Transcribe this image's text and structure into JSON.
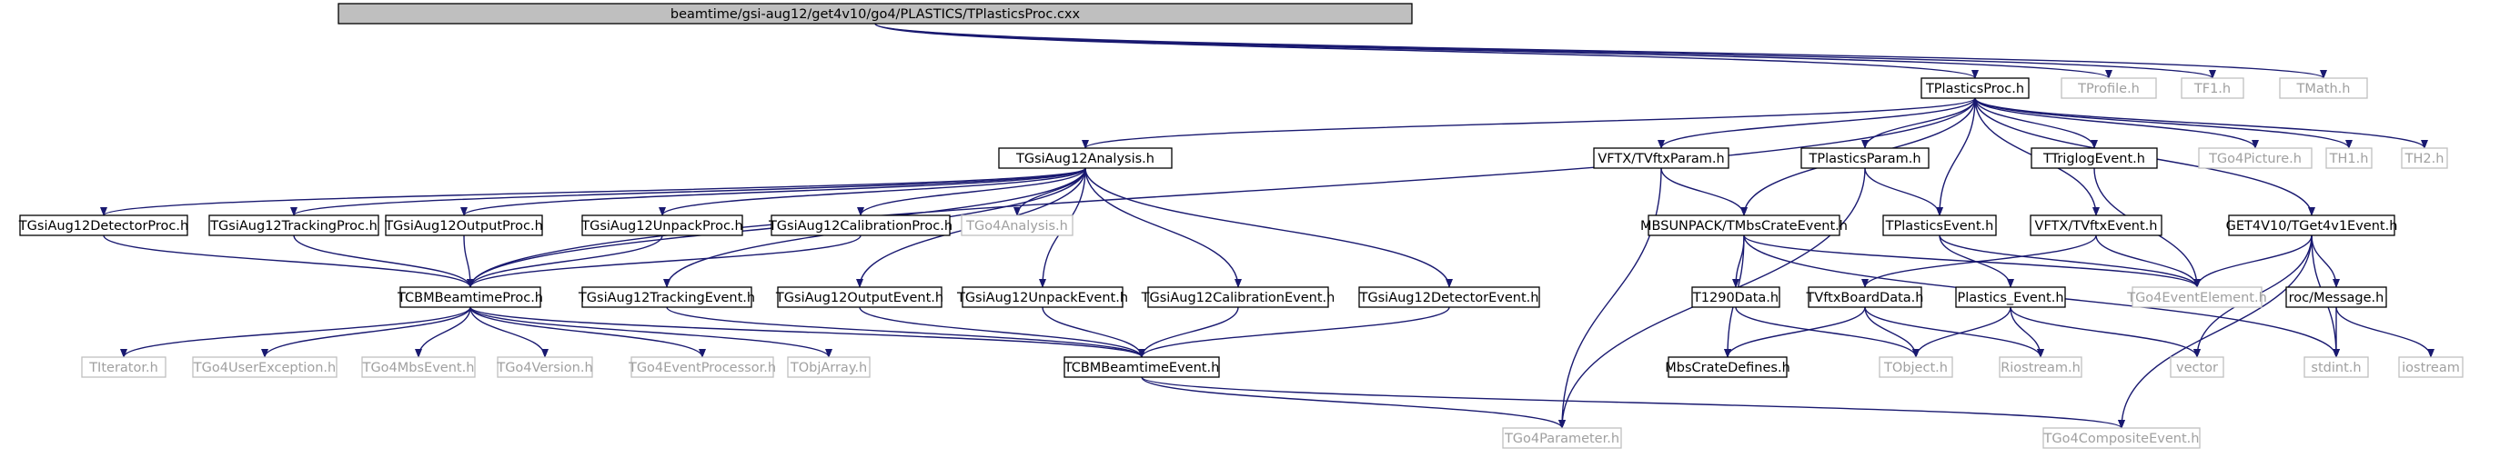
{
  "diagram": {
    "type": "include-dependency-graph",
    "colors": {
      "edge": "#191970",
      "edge_external": "#7a7a7a",
      "border_documented": "#000000",
      "border_external": "#bfbfbf",
      "text_documented": "#000000",
      "text_external": "#a0a0a0",
      "root_fill": "#bfbfbf",
      "fill": "#ffffff"
    },
    "nodes": [
      {
        "id": "root",
        "label": "beamtime/gsi-aug12/get4v10/go4/PLASTICS/TPlasticsProc.cxx",
        "kind": "root"
      },
      {
        "id": "plasticsproc",
        "label": "TPlasticsProc.h",
        "kind": "doc"
      },
      {
        "id": "tprofile",
        "label": "TProfile.h",
        "kind": "ext"
      },
      {
        "id": "tf1",
        "label": "TF1.h",
        "kind": "ext"
      },
      {
        "id": "tmath",
        "label": "TMath.h",
        "kind": "ext"
      },
      {
        "id": "analysis",
        "label": "TGsiAug12Analysis.h",
        "kind": "doc"
      },
      {
        "id": "vftxparam",
        "label": "VFTX/TVftxParam.h",
        "kind": "doc"
      },
      {
        "id": "plasticsparam",
        "label": "TPlasticsParam.h",
        "kind": "doc"
      },
      {
        "id": "trigevent",
        "label": "TTriglogEvent.h",
        "kind": "doc"
      },
      {
        "id": "go4picture",
        "label": "TGo4Picture.h",
        "kind": "ext"
      },
      {
        "id": "th1",
        "label": "TH1.h",
        "kind": "ext"
      },
      {
        "id": "th2",
        "label": "TH2.h",
        "kind": "ext"
      },
      {
        "id": "detproc",
        "label": "TGsiAug12DetectorProc.h",
        "kind": "doc"
      },
      {
        "id": "trackproc",
        "label": "TGsiAug12TrackingProc.h",
        "kind": "doc"
      },
      {
        "id": "outproc",
        "label": "TGsiAug12OutputProc.h",
        "kind": "doc"
      },
      {
        "id": "unpproc",
        "label": "TGsiAug12UnpackProc.h",
        "kind": "doc"
      },
      {
        "id": "calproc",
        "label": "TGsiAug12CalibrationProc.h",
        "kind": "doc"
      },
      {
        "id": "go4analysis",
        "label": "TGo4Analysis.h",
        "kind": "ext"
      },
      {
        "id": "mbscrate",
        "label": "MBSUNPACK/TMbsCrateEvent.h",
        "kind": "doc"
      },
      {
        "id": "plasticsevent",
        "label": "TPlasticsEvent.h",
        "kind": "doc"
      },
      {
        "id": "vftxevent",
        "label": "VFTX/TVftxEvent.h",
        "kind": "doc"
      },
      {
        "id": "get4event",
        "label": "GET4V10/TGet4v1Event.h",
        "kind": "doc"
      },
      {
        "id": "cbmproc",
        "label": "TCBMBeamtimeProc.h",
        "kind": "doc"
      },
      {
        "id": "trackevent",
        "label": "TGsiAug12TrackingEvent.h",
        "kind": "doc"
      },
      {
        "id": "outevent",
        "label": "TGsiAug12OutputEvent.h",
        "kind": "doc"
      },
      {
        "id": "unpevent",
        "label": "TGsiAug12UnpackEvent.h",
        "kind": "doc"
      },
      {
        "id": "calevent",
        "label": "TGsiAug12CalibrationEvent.h",
        "kind": "doc"
      },
      {
        "id": "detevent",
        "label": "TGsiAug12DetectorEvent.h",
        "kind": "doc"
      },
      {
        "id": "t1290",
        "label": "T1290Data.h",
        "kind": "doc"
      },
      {
        "id": "vftxboard",
        "label": "TVftxBoardData.h",
        "kind": "doc"
      },
      {
        "id": "plasevent2",
        "label": "Plastics_Event.h",
        "kind": "doc"
      },
      {
        "id": "go4eventel",
        "label": "TGo4EventElement.h",
        "kind": "ext"
      },
      {
        "id": "rocmsg",
        "label": "roc/Message.h",
        "kind": "doc"
      },
      {
        "id": "titer",
        "label": "TIterator.h",
        "kind": "ext"
      },
      {
        "id": "go4userexc",
        "label": "TGo4UserException.h",
        "kind": "ext"
      },
      {
        "id": "go4mbsevent",
        "label": "TGo4MbsEvent.h",
        "kind": "ext"
      },
      {
        "id": "go4version",
        "label": "TGo4Version.h",
        "kind": "ext"
      },
      {
        "id": "go4evproc",
        "label": "TGo4EventProcessor.h",
        "kind": "ext"
      },
      {
        "id": "tobjarray",
        "label": "TObjArray.h",
        "kind": "ext"
      },
      {
        "id": "cbmevent",
        "label": "TCBMBeamtimeEvent.h",
        "kind": "doc"
      },
      {
        "id": "mbscratedef",
        "label": "MbsCrateDefines.h",
        "kind": "doc"
      },
      {
        "id": "tobject",
        "label": "TObject.h",
        "kind": "ext"
      },
      {
        "id": "riostream",
        "label": "Riostream.h",
        "kind": "ext"
      },
      {
        "id": "vector",
        "label": "vector",
        "kind": "ext"
      },
      {
        "id": "stdint",
        "label": "stdint.h",
        "kind": "ext"
      },
      {
        "id": "iostream",
        "label": "iostream",
        "kind": "ext"
      },
      {
        "id": "go4param",
        "label": "TGo4Parameter.h",
        "kind": "ext"
      },
      {
        "id": "go4composite",
        "label": "TGo4CompositeEvent.h",
        "kind": "ext"
      }
    ],
    "edges": [
      [
        "root",
        "plasticsproc"
      ],
      [
        "root",
        "tprofile"
      ],
      [
        "root",
        "tf1"
      ],
      [
        "root",
        "tmath"
      ],
      [
        "plasticsproc",
        "analysis"
      ],
      [
        "plasticsproc",
        "vftxparam"
      ],
      [
        "plasticsproc",
        "plasticsparam"
      ],
      [
        "plasticsproc",
        "trigevent"
      ],
      [
        "plasticsproc",
        "go4picture"
      ],
      [
        "plasticsproc",
        "th1"
      ],
      [
        "plasticsproc",
        "th2"
      ],
      [
        "plasticsproc",
        "mbscrate"
      ],
      [
        "plasticsproc",
        "plasticsevent"
      ],
      [
        "plasticsproc",
        "vftxevent"
      ],
      [
        "plasticsproc",
        "get4event"
      ],
      [
        "plasticsproc",
        "cbmproc"
      ],
      [
        "analysis",
        "detproc"
      ],
      [
        "analysis",
        "trackproc"
      ],
      [
        "analysis",
        "outproc"
      ],
      [
        "analysis",
        "unpproc"
      ],
      [
        "analysis",
        "calproc"
      ],
      [
        "analysis",
        "go4analysis"
      ],
      [
        "analysis",
        "cbmproc"
      ],
      [
        "analysis",
        "trackevent"
      ],
      [
        "analysis",
        "outevent"
      ],
      [
        "analysis",
        "unpevent"
      ],
      [
        "analysis",
        "calevent"
      ],
      [
        "analysis",
        "detevent"
      ],
      [
        "detproc",
        "cbmproc"
      ],
      [
        "trackproc",
        "cbmproc"
      ],
      [
        "outproc",
        "cbmproc"
      ],
      [
        "unpproc",
        "cbmproc"
      ],
      [
        "calproc",
        "cbmproc"
      ],
      [
        "cbmproc",
        "titer"
      ],
      [
        "cbmproc",
        "go4userexc"
      ],
      [
        "cbmproc",
        "go4mbsevent"
      ],
      [
        "cbmproc",
        "go4version"
      ],
      [
        "cbmproc",
        "go4evproc"
      ],
      [
        "cbmproc",
        "tobjarray"
      ],
      [
        "cbmproc",
        "cbmevent"
      ],
      [
        "trackevent",
        "cbmevent"
      ],
      [
        "outevent",
        "cbmevent"
      ],
      [
        "unpevent",
        "cbmevent"
      ],
      [
        "calevent",
        "cbmevent"
      ],
      [
        "detevent",
        "cbmevent"
      ],
      [
        "cbmevent",
        "go4param"
      ],
      [
        "cbmevent",
        "go4composite"
      ],
      [
        "vftxparam",
        "mbscrate"
      ],
      [
        "vftxparam",
        "go4param"
      ],
      [
        "plasticsparam",
        "go4param"
      ],
      [
        "plasticsparam",
        "plasticsevent"
      ],
      [
        "trigevent",
        "go4eventel"
      ],
      [
        "mbscrate",
        "t1290"
      ],
      [
        "mbscrate",
        "mbscratedef"
      ],
      [
        "mbscrate",
        "go4eventel"
      ],
      [
        "mbscrate",
        "stdint"
      ],
      [
        "plasticsevent",
        "plasevent2"
      ],
      [
        "plasticsevent",
        "go4eventel"
      ],
      [
        "vftxevent",
        "vftxboard"
      ],
      [
        "vftxevent",
        "go4eventel"
      ],
      [
        "get4event",
        "go4eventel"
      ],
      [
        "get4event",
        "rocmsg"
      ],
      [
        "get4event",
        "vector"
      ],
      [
        "get4event",
        "stdint"
      ],
      [
        "get4event",
        "go4composite"
      ],
      [
        "t1290",
        "tobject"
      ],
      [
        "vftxboard",
        "mbscratedef"
      ],
      [
        "vftxboard",
        "tobject"
      ],
      [
        "vftxboard",
        "riostream"
      ],
      [
        "plasevent2",
        "tobject"
      ],
      [
        "plasevent2",
        "riostream"
      ],
      [
        "plasevent2",
        "vector"
      ],
      [
        "rocmsg",
        "stdint"
      ],
      [
        "rocmsg",
        "iostream"
      ]
    ]
  }
}
